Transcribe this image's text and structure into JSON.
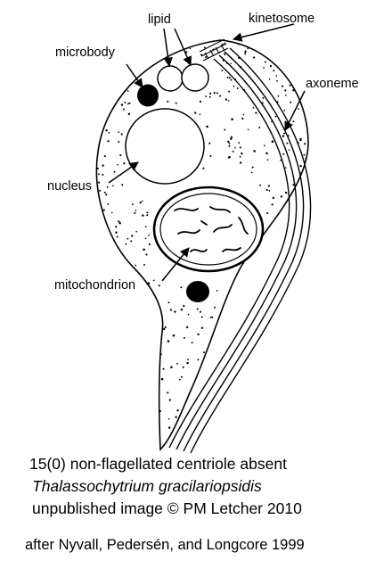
{
  "labels": {
    "lipid": "lipid",
    "kinetosome": "kinetosome",
    "microbody": "microbody",
    "axoneme": "axoneme",
    "nucleus": "nucleus",
    "mitochondrion": "mitochondrion"
  },
  "caption": {
    "line1": "15(0) non-flagellated centriole absent",
    "line2": "Thalassochytrium gracilariopsidis",
    "line3": "unpublished image © PM Letcher 2010",
    "line4": "after Nyvall, Pedersén, and Longcore 1999"
  }
}
